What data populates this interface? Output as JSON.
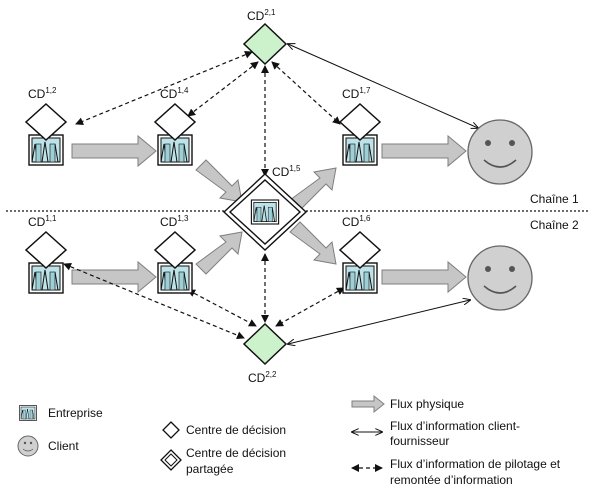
{
  "chains": {
    "chain1": "Chaîne 1",
    "chain2": "Chaîne 2"
  },
  "nodes": {
    "cd21": {
      "base": "CD",
      "sup": "2,1"
    },
    "cd22": {
      "base": "CD",
      "sup": "2,2"
    },
    "cd12": {
      "base": "CD",
      "sup": "1,2"
    },
    "cd14": {
      "base": "CD",
      "sup": "1,4"
    },
    "cd17": {
      "base": "CD",
      "sup": "1,7"
    },
    "cd15": {
      "base": "CD",
      "sup": "1,5"
    },
    "cd11": {
      "base": "CD",
      "sup": "1,1"
    },
    "cd13": {
      "base": "CD",
      "sup": "1,3"
    },
    "cd16": {
      "base": "CD",
      "sup": "1,6"
    }
  },
  "legend": {
    "entreprise": "Entreprise",
    "client": "Client",
    "centre_decision": "Centre de décision",
    "centre_partage_1": "Centre de décision",
    "centre_partage_2": "partagée",
    "flux_physique": "Flux physique",
    "flux_client_1": "Flux d’information client-",
    "flux_client_2": "fournisseur",
    "flux_pilotage_1": "Flux d’information de pilotage et",
    "flux_pilotage_2": "remontée d’information"
  },
  "colors": {
    "decision_green": "#ccf2cc",
    "enterprise_blue": "#bde3e8",
    "arrow_gray": "#c6c6c6",
    "client_gray": "#d0d0d0"
  },
  "icons": [
    "diamond-icon",
    "enterprise-icon",
    "client-smiley-icon",
    "arrow-icon"
  ]
}
